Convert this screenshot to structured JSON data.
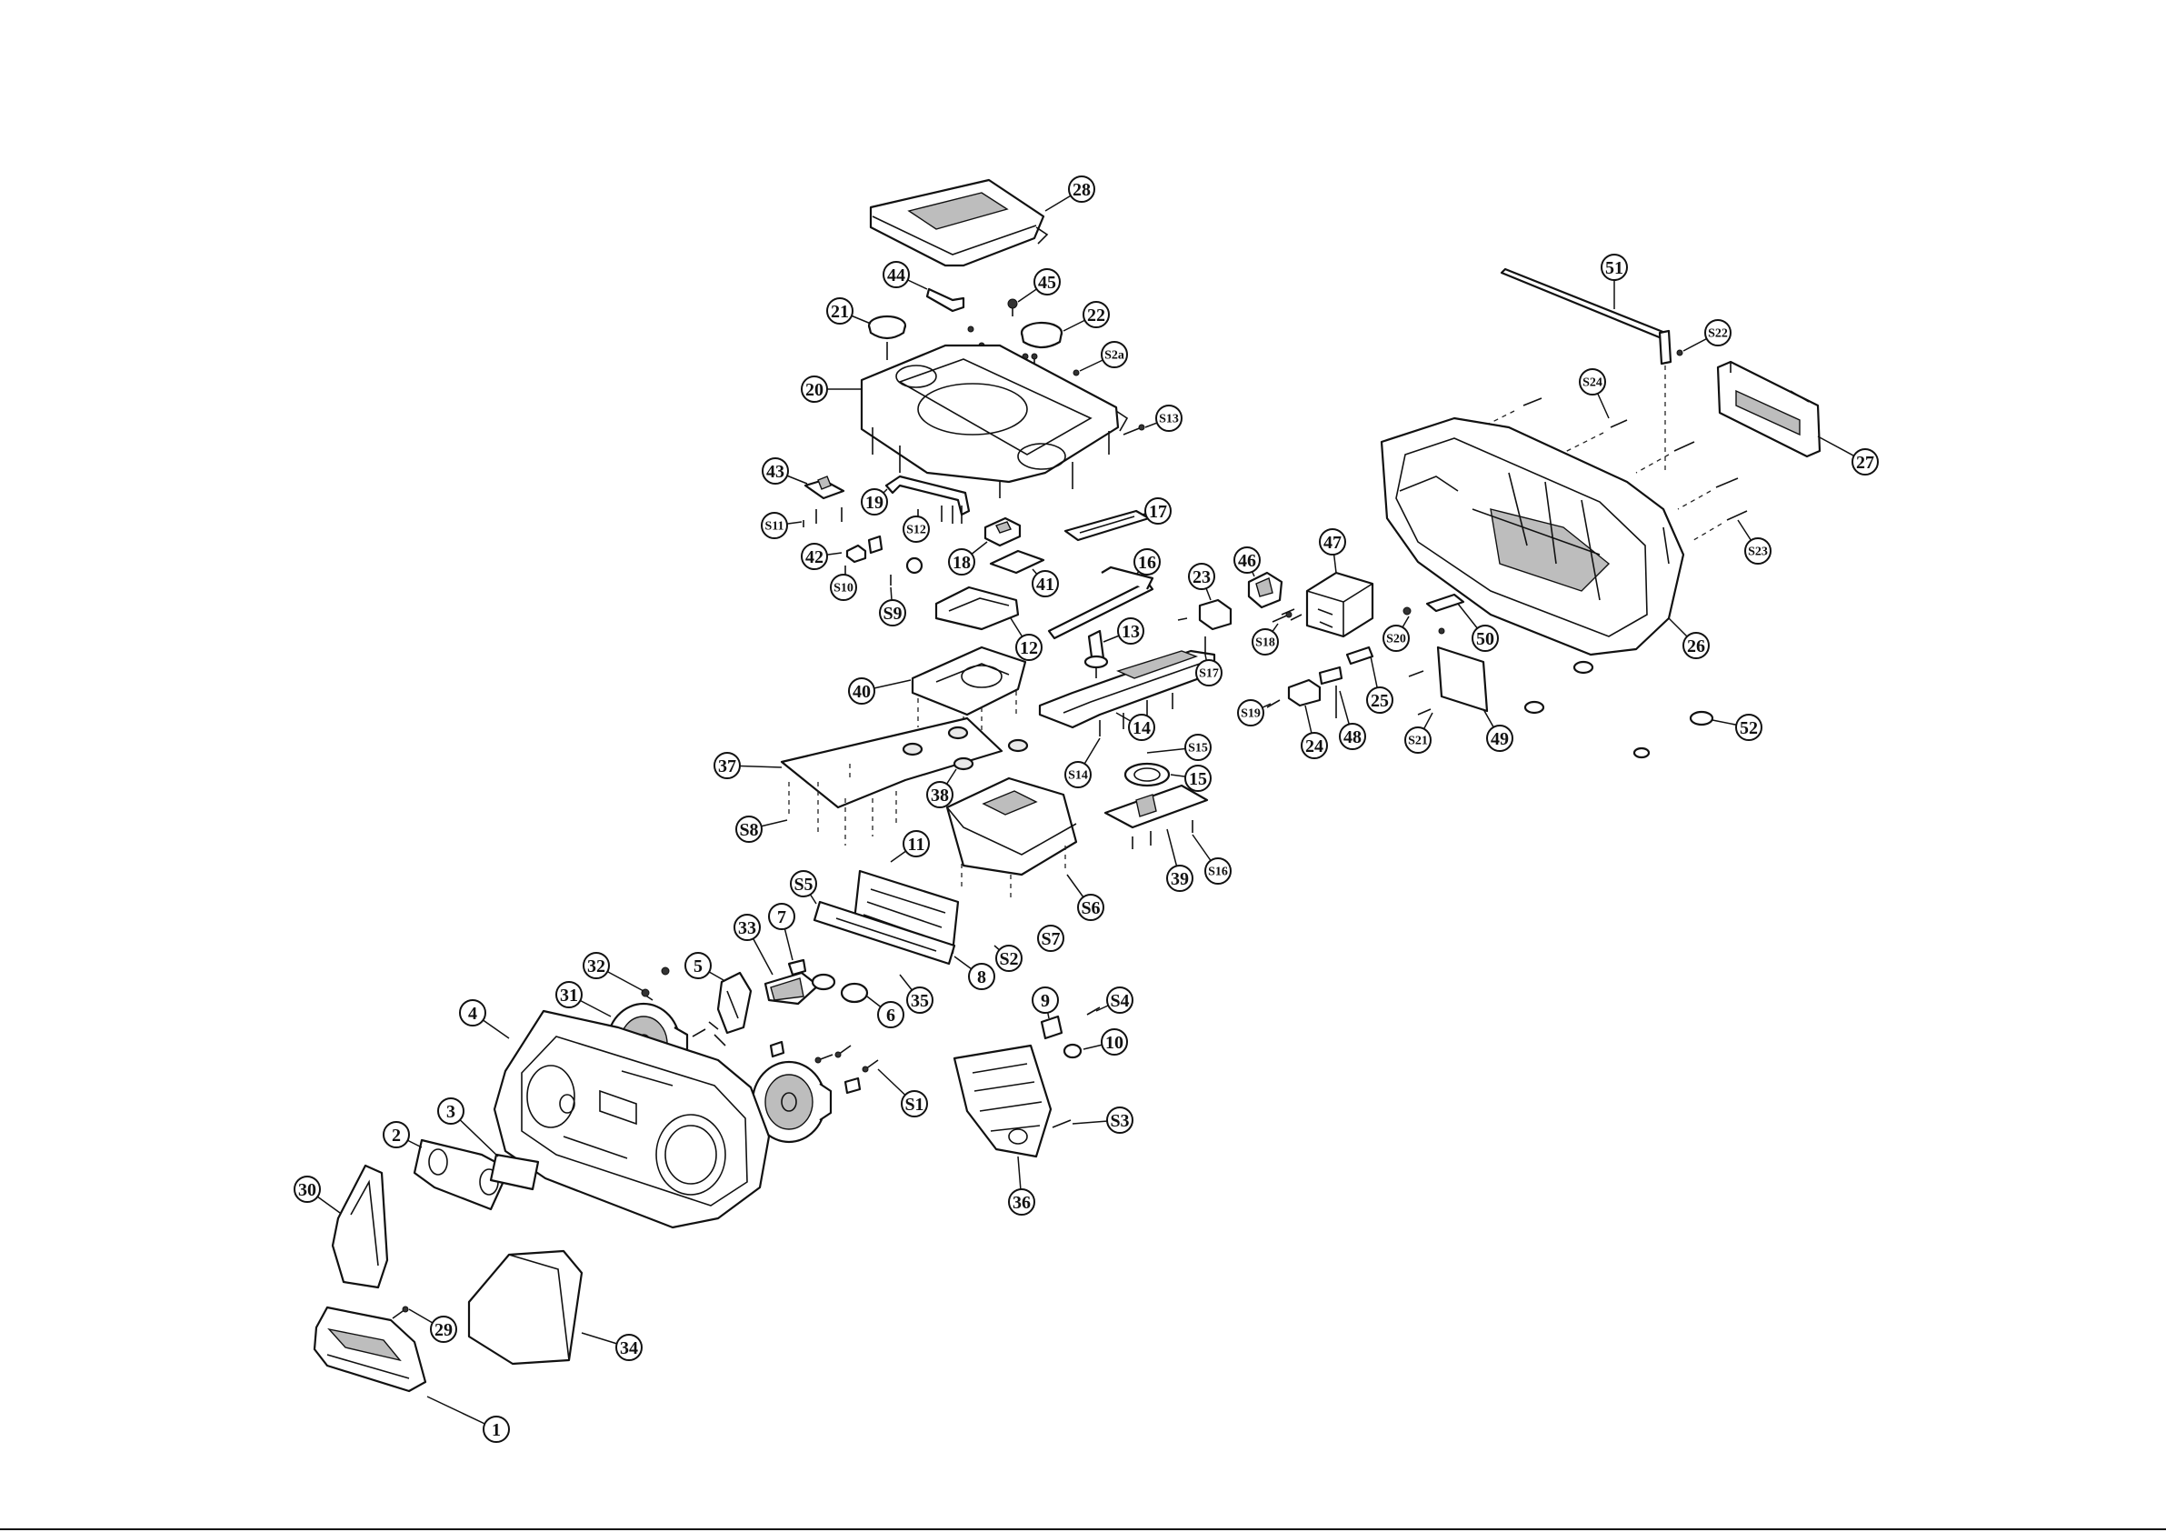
{
  "diagram": {
    "callouts": [
      {
        "id": "c28",
        "label": "28"
      },
      {
        "id": "c44",
        "label": "44"
      },
      {
        "id": "c45",
        "label": "45"
      },
      {
        "id": "c21",
        "label": "21"
      },
      {
        "id": "c22",
        "label": "22"
      },
      {
        "id": "cs2a",
        "label": "S2a"
      },
      {
        "id": "c20",
        "label": "20"
      },
      {
        "id": "cs13",
        "label": "S13"
      },
      {
        "id": "c43",
        "label": "43"
      },
      {
        "id": "c19",
        "label": "19"
      },
      {
        "id": "cs11",
        "label": "S11"
      },
      {
        "id": "cs12",
        "label": "S12"
      },
      {
        "id": "c17",
        "label": "17"
      },
      {
        "id": "c18",
        "label": "18"
      },
      {
        "id": "c42",
        "label": "42"
      },
      {
        "id": "c41",
        "label": "41"
      },
      {
        "id": "c16",
        "label": "16"
      },
      {
        "id": "cs10",
        "label": "S10"
      },
      {
        "id": "cs9",
        "label": "S9"
      },
      {
        "id": "c12",
        "label": "12"
      },
      {
        "id": "c13",
        "label": "13"
      },
      {
        "id": "c40",
        "label": "40"
      },
      {
        "id": "c14",
        "label": "14"
      },
      {
        "id": "c37",
        "label": "37"
      },
      {
        "id": "cs14",
        "label": "S14"
      },
      {
        "id": "cs15",
        "label": "S15"
      },
      {
        "id": "c15",
        "label": "15"
      },
      {
        "id": "c38",
        "label": "38"
      },
      {
        "id": "cs8",
        "label": "S8"
      },
      {
        "id": "c11",
        "label": "11"
      },
      {
        "id": "c39",
        "label": "39"
      },
      {
        "id": "cs16",
        "label": "S16"
      },
      {
        "id": "cs6",
        "label": "S6"
      },
      {
        "id": "cs5",
        "label": "S5"
      },
      {
        "id": "c33",
        "label": "33"
      },
      {
        "id": "c7",
        "label": "7"
      },
      {
        "id": "cs7",
        "label": "S7"
      },
      {
        "id": "cs2",
        "label": "S2"
      },
      {
        "id": "c8",
        "label": "8"
      },
      {
        "id": "c32",
        "label": "32"
      },
      {
        "id": "c5",
        "label": "5"
      },
      {
        "id": "c35",
        "label": "35"
      },
      {
        "id": "c6",
        "label": "6"
      },
      {
        "id": "c31",
        "label": "31"
      },
      {
        "id": "c4",
        "label": "4"
      },
      {
        "id": "c9",
        "label": "9"
      },
      {
        "id": "cs4",
        "label": "S4"
      },
      {
        "id": "c10",
        "label": "10"
      },
      {
        "id": "cs1",
        "label": "S1"
      },
      {
        "id": "cs3",
        "label": "S3"
      },
      {
        "id": "c36",
        "label": "36"
      },
      {
        "id": "c2",
        "label": "2"
      },
      {
        "id": "c3",
        "label": "3"
      },
      {
        "id": "c30",
        "label": "30"
      },
      {
        "id": "c29",
        "label": "29"
      },
      {
        "id": "c34",
        "label": "34"
      },
      {
        "id": "c1",
        "label": "1"
      },
      {
        "id": "c23",
        "label": "23"
      },
      {
        "id": "c46",
        "label": "46"
      },
      {
        "id": "c47",
        "label": "47"
      },
      {
        "id": "cs18",
        "label": "S18"
      },
      {
        "id": "cs17",
        "label": "S17"
      },
      {
        "id": "c25",
        "label": "25"
      },
      {
        "id": "cs19",
        "label": "S19"
      },
      {
        "id": "c24",
        "label": "24"
      },
      {
        "id": "c48",
        "label": "48"
      },
      {
        "id": "cs20",
        "label": "S20"
      },
      {
        "id": "c50",
        "label": "50"
      },
      {
        "id": "cs21",
        "label": "S21"
      },
      {
        "id": "c49",
        "label": "49"
      },
      {
        "id": "c51",
        "label": "51"
      },
      {
        "id": "cs22",
        "label": "S22"
      },
      {
        "id": "cs24",
        "label": "S24"
      },
      {
        "id": "c27",
        "label": "27"
      },
      {
        "id": "cs23",
        "label": "S23"
      },
      {
        "id": "c26",
        "label": "26"
      },
      {
        "id": "c52",
        "label": "52"
      }
    ]
  }
}
